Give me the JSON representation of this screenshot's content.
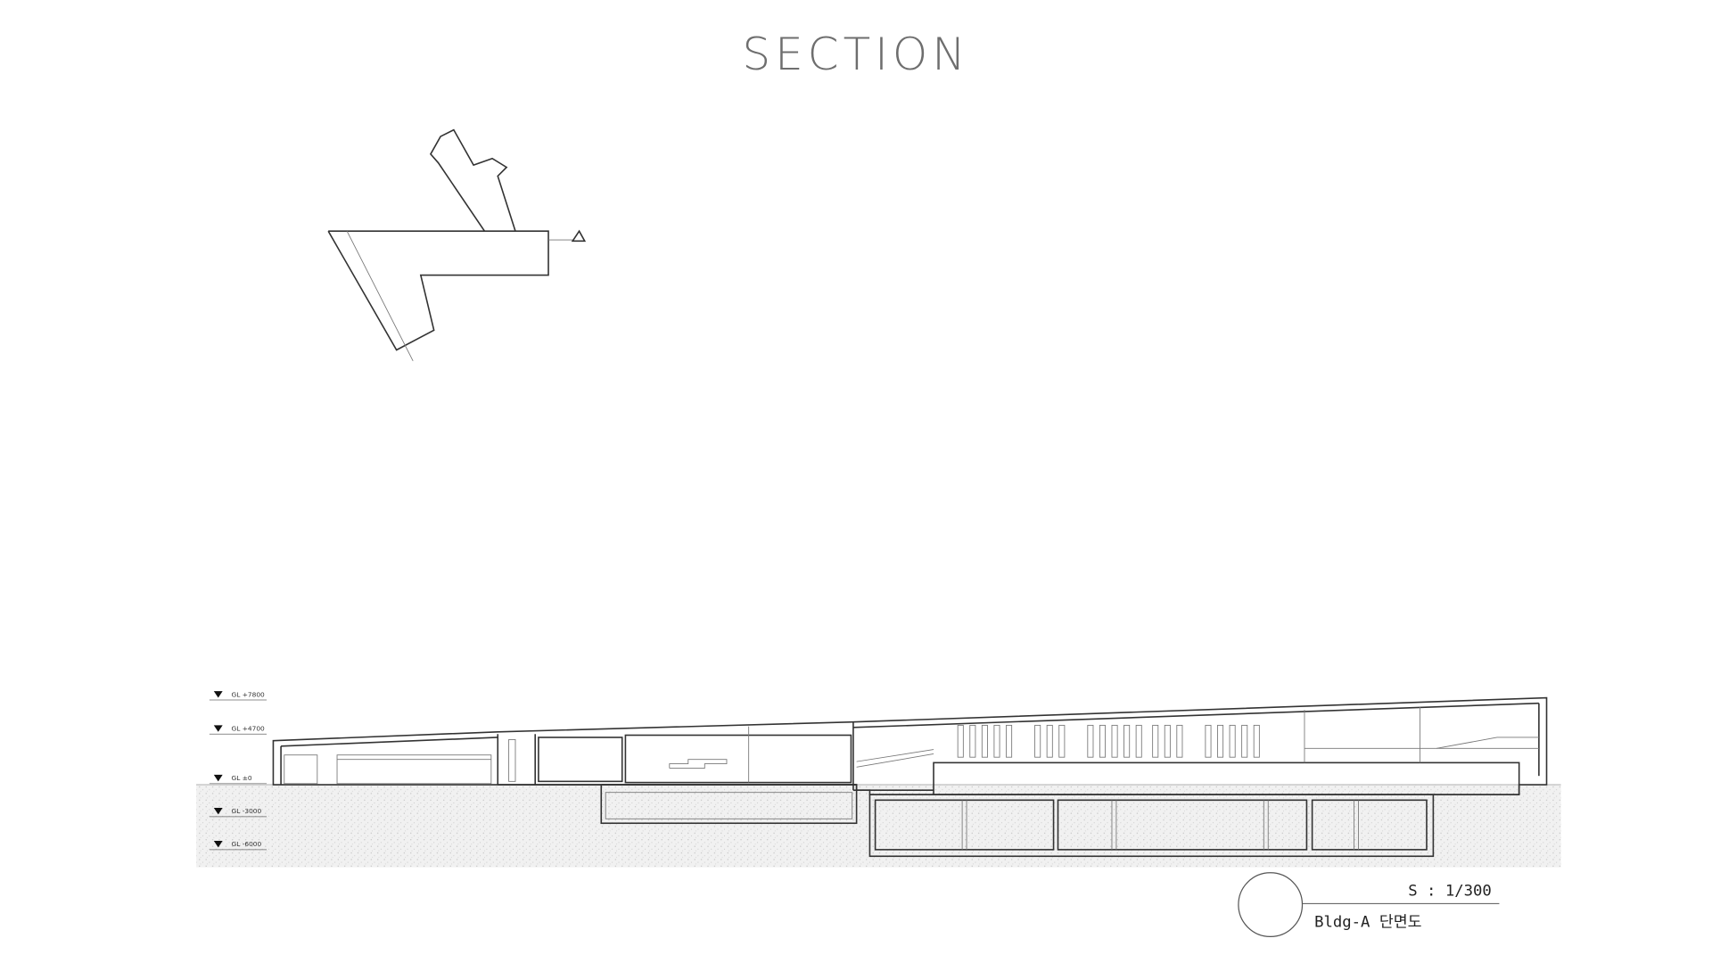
{
  "title": "SECTION",
  "levels": [
    {
      "label": "GL +7800"
    },
    {
      "label": "GL +4700"
    },
    {
      "label": "GL ±0"
    },
    {
      "label": "GL -3000"
    },
    {
      "label": "GL -6000"
    }
  ],
  "caption": {
    "scale": "S : 1/300",
    "name": "Bldg-A 단면도"
  }
}
